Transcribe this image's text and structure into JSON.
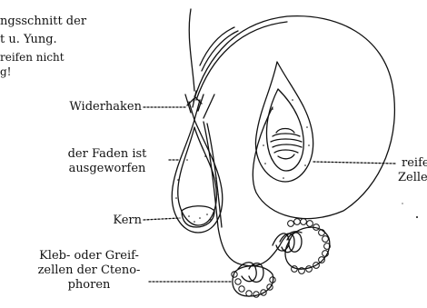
{
  "caption": {
    "line1": "ngsschnitt der",
    "line2": "t u. Yung.",
    "line3": "reifen nicht",
    "line4": "g!"
  },
  "labels": {
    "widerhaken": "Widerhaken",
    "faden_line1": "der Faden ist",
    "faden_line2": "ausgeworfen",
    "kern": "Kern",
    "kleb_line1": "Kleb- oder Greif-",
    "kleb_line2": "zellen der Cteno-",
    "kleb_line3": "phoren",
    "reife_line1": "reife",
    "reife_line2": "Zelle"
  },
  "colors": {
    "ink": "#111111",
    "paper": "#ffffff"
  }
}
